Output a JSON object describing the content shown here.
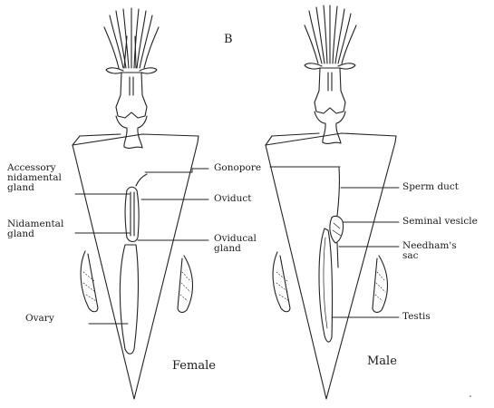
{
  "panel_letter": "B",
  "female": {
    "caption": "Female",
    "labels": {
      "accessory_1": "Accessory",
      "accessory_2": "nidamental",
      "accessory_3": "gland",
      "nidamental_1": "Nidamental",
      "nidamental_2": "gland",
      "ovary": "Ovary",
      "gonopore": "Gonopore",
      "oviduct": "Oviduct",
      "oviducal_1": "Oviducal",
      "oviducal_2": "gland"
    }
  },
  "male": {
    "caption": "Male",
    "labels": {
      "sperm_duct": "Sperm duct",
      "seminal_vesicle": "Seminal vesicle",
      "needham_1": "Needham's",
      "needham_2": "sac",
      "testis": "Testis"
    }
  }
}
